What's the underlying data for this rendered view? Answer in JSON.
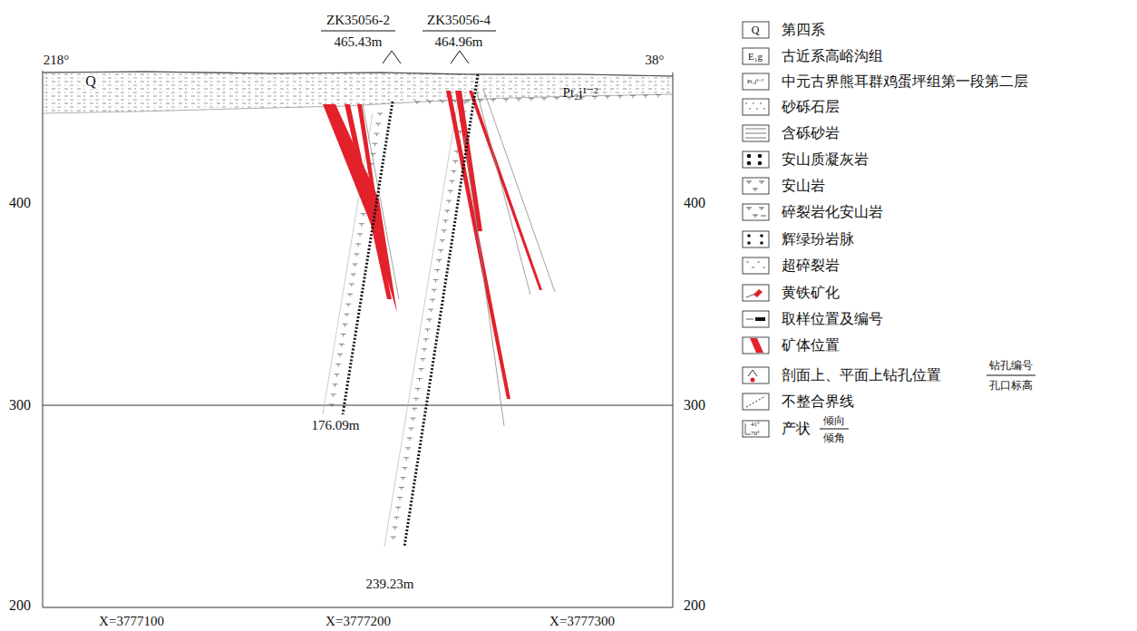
{
  "diagram": {
    "labels": [
      "ZK35056-2",
      "465.43m",
      "ZK35056-4",
      "464.96m",
      "218°",
      "38°",
      "Q",
      "Pt₂j¹⁻²",
      "400",
      "400",
      "300",
      "300",
      "200",
      "200",
      "X=3777100",
      "X=3777200",
      "X=3777300",
      "176.09m",
      "239.23m",
      "Q",
      "E₁g",
      "Pt₂j¹⁻²",
      "钻孔编号",
      "孔口标高",
      "倾向",
      "倾角",
      "41°",
      "70°"
    ],
    "legend": [
      {
        "text": "第四系"
      },
      {
        "text": "古近系高峪沟组"
      },
      {
        "text": "中元古界熊耳群鸡蛋坪组第一段第二层"
      },
      {
        "text": "砂砾石层"
      },
      {
        "text": "含砾砂岩"
      },
      {
        "text": "安山质凝灰岩"
      },
      {
        "text": "安山岩"
      },
      {
        "text": "碎裂岩化安山岩"
      },
      {
        "text": "辉绿玢岩脉"
      },
      {
        "text": "超碎裂岩"
      },
      {
        "text": "黄铁矿化"
      },
      {
        "text": "取样位置及编号"
      },
      {
        "text": "矿体位置",
        "color": "#e3212b"
      },
      {
        "text": "剖面上、平面上钻孔位置"
      },
      {
        "text": "不整合界线"
      },
      {
        "text": "产状"
      }
    ]
  }
}
